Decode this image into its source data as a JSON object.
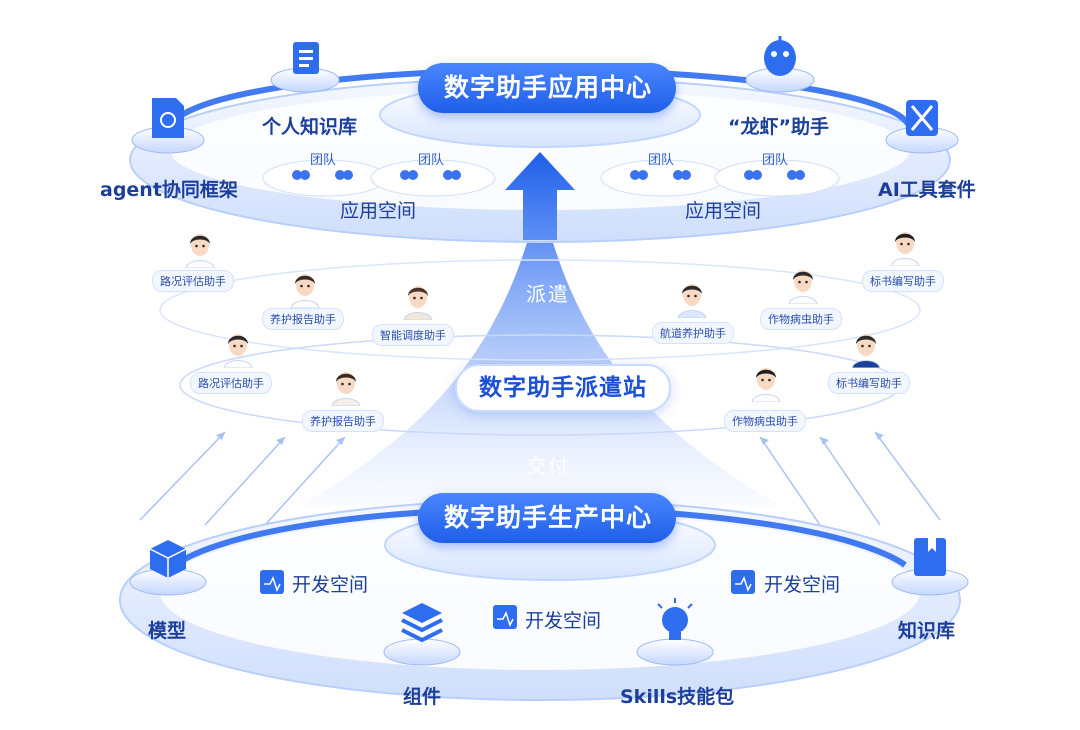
{
  "top_center": {
    "title": "数字助手应用中心",
    "left_platform": "个人知识库",
    "right_platform": "“龙虾”助手",
    "far_left_platform": "agent协同框架",
    "far_right_platform": "AI工具套件",
    "space_label": "应用空间",
    "team_label": "团队"
  },
  "middle": {
    "station_title": "数字助手派遣站",
    "dispatch_label": "派遣",
    "deliver_label": "交付",
    "roles": [
      "路况评估助手",
      "养护报告助手",
      "智能调度助手",
      "航道养护助手",
      "作物病虫助手",
      "标书编写助手",
      "路况评估助手",
      "养护报告助手",
      "作物病虫助手",
      "标书编写助手"
    ]
  },
  "bottom_center": {
    "title": "数字助手生产中心",
    "dev_space": "开发空间",
    "platforms": [
      "模型",
      "组件",
      "Skills技能包",
      "知识库"
    ]
  },
  "colors": {
    "primary": "#1f5fe8",
    "ring": "#d4e3ff",
    "text_blue": "#1c50d8"
  }
}
